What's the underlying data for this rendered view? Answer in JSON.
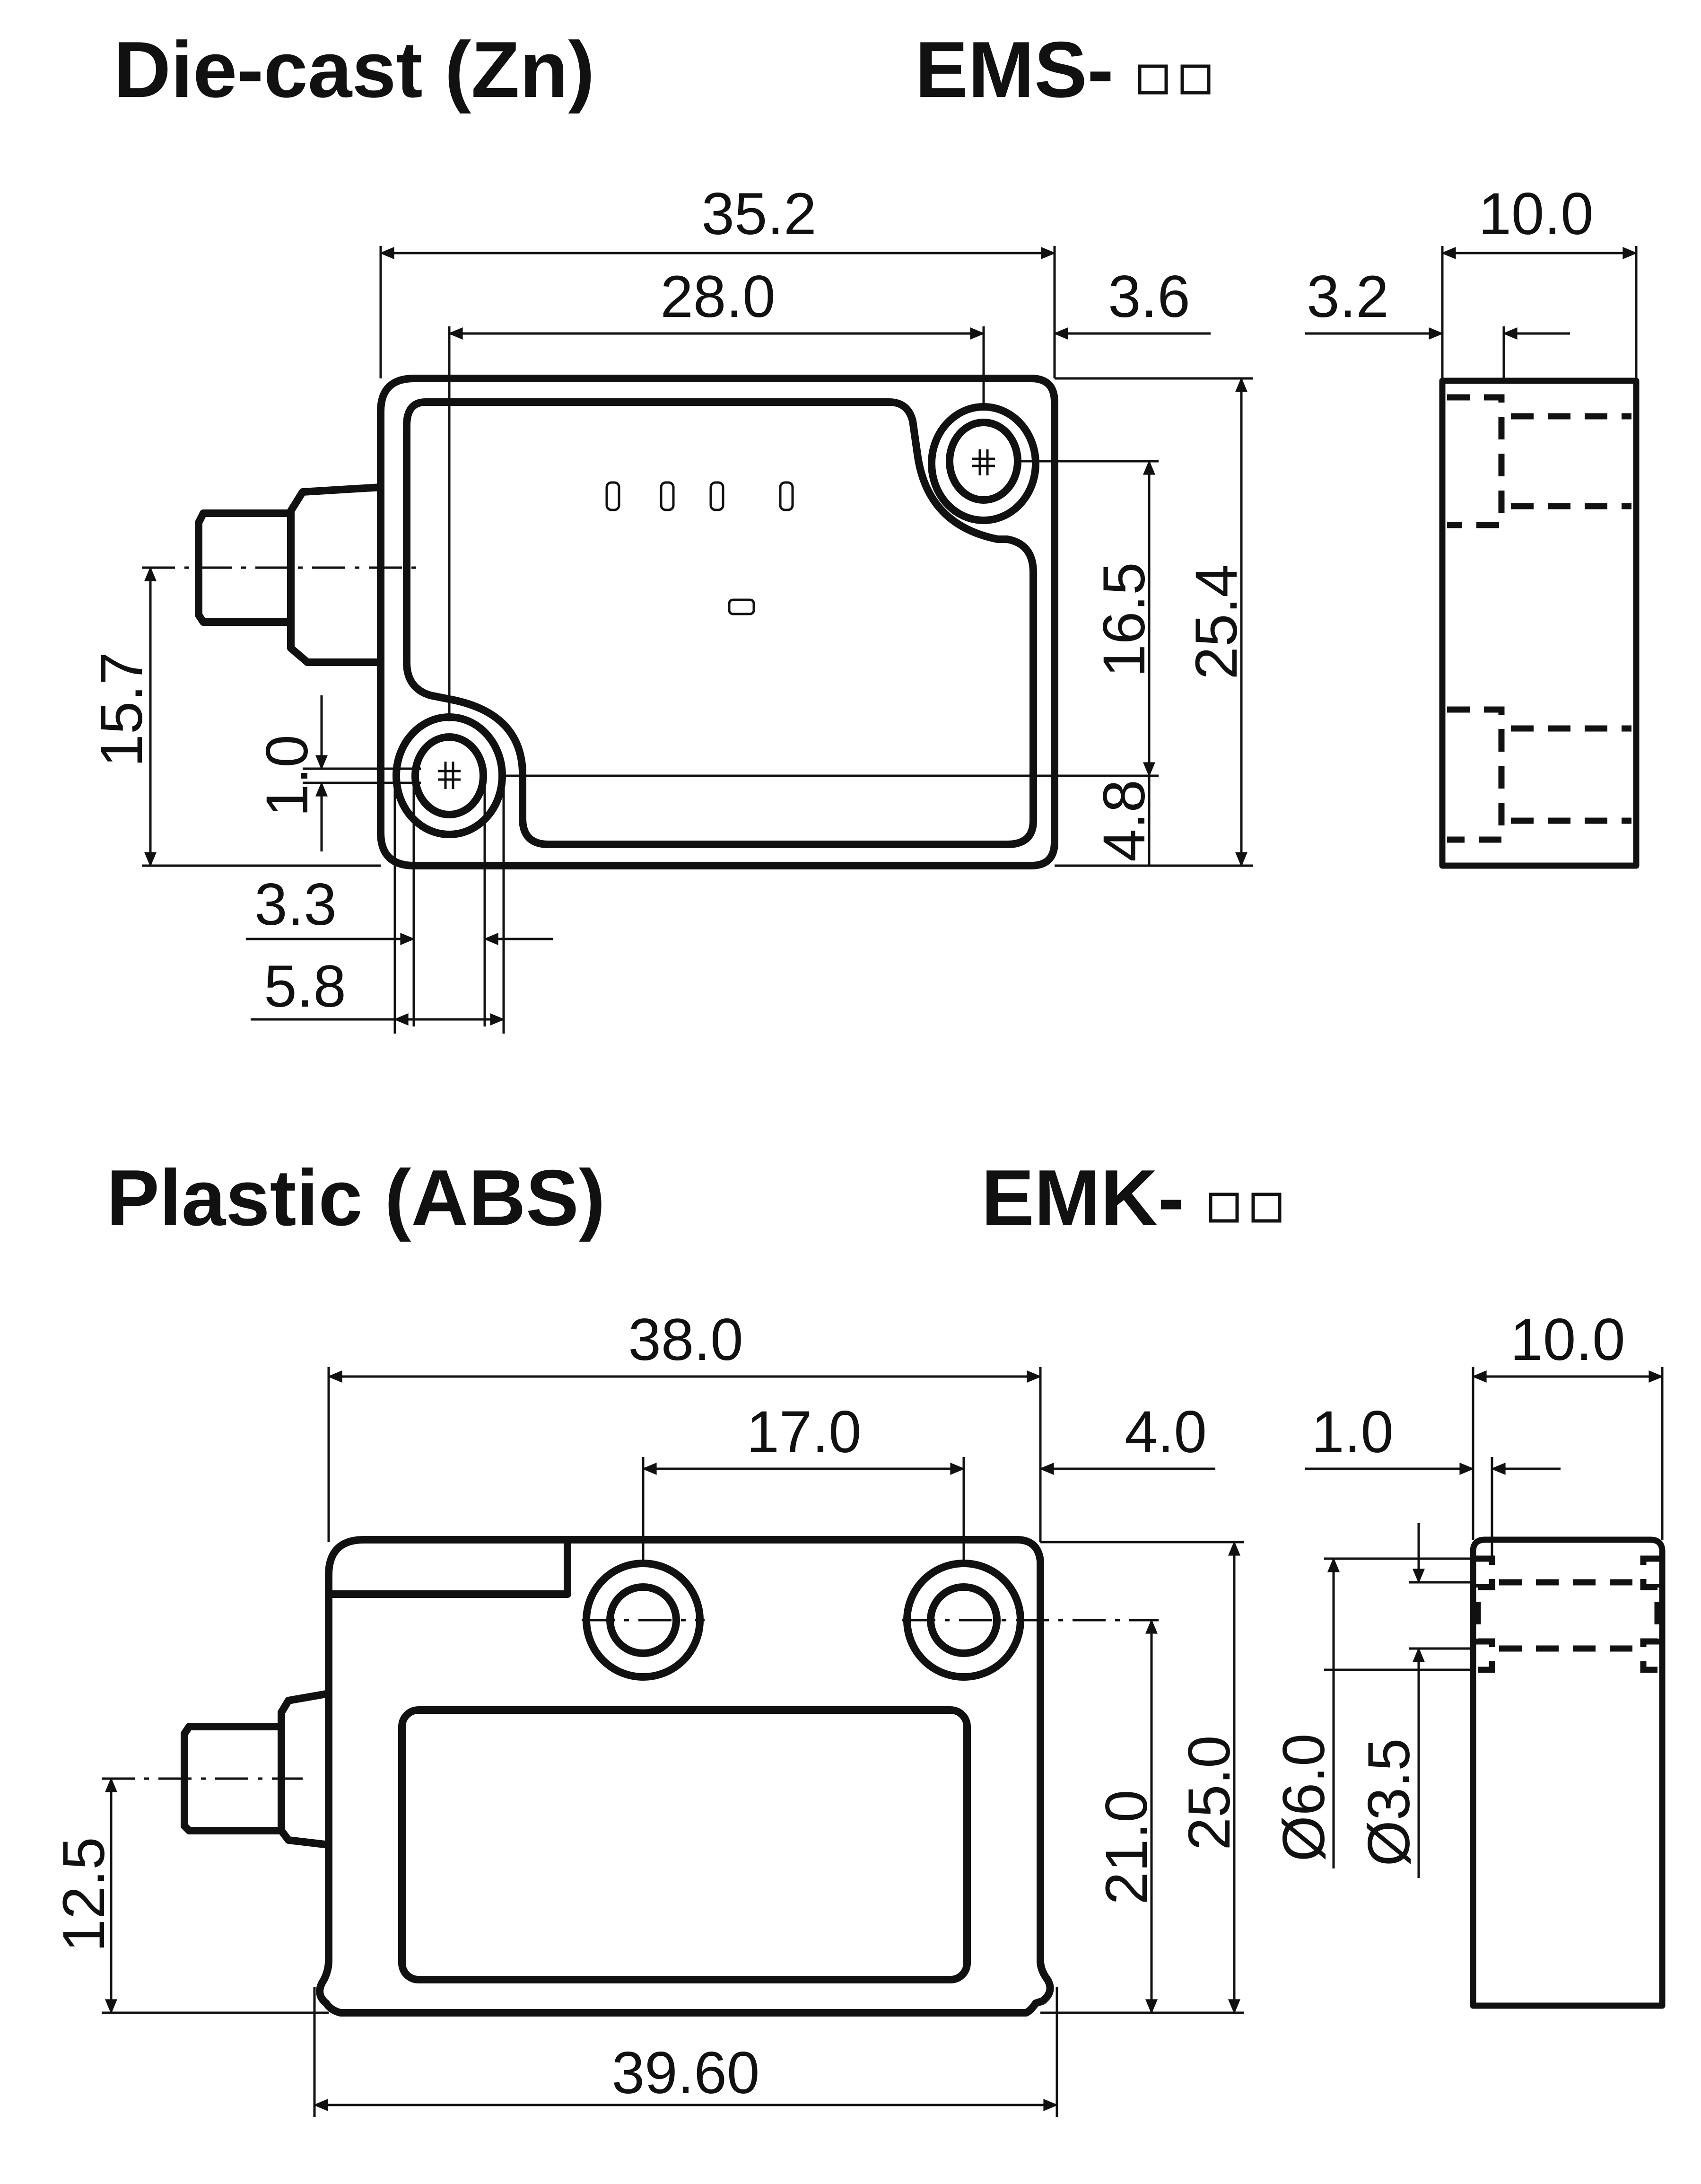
{
  "sections": [
    {
      "material": "Die-cast (Zn)",
      "model_prefix": "EMS-",
      "dimensions": {
        "width": "35.2",
        "hole_spacing": "28.0",
        "hole_offset_right": "3.6",
        "height": "25.4",
        "hole_vertical_spacing": "16.5",
        "hole_offset_bottom": "4.8",
        "cable_axis_height": "15.7",
        "slot_width": "1.0",
        "hole_diameter": "3.3",
        "boss_diameter": "5.8",
        "side_thickness": "10.0",
        "side_recess": "3.2"
      }
    },
    {
      "material": "Plastic (ABS)",
      "model_prefix": "EMK-",
      "dimensions": {
        "width": "38.0",
        "hole_spacing": "17.0",
        "hole_offset_right": "4.0",
        "height": "25.0",
        "hole_height": "21.0",
        "cable_axis_height": "12.5",
        "base_width": "39.60",
        "side_thickness": "10.0",
        "side_recess": "1.0",
        "outer_diameter": "Ø6.0",
        "inner_diameter": "Ø3.5"
      }
    }
  ]
}
